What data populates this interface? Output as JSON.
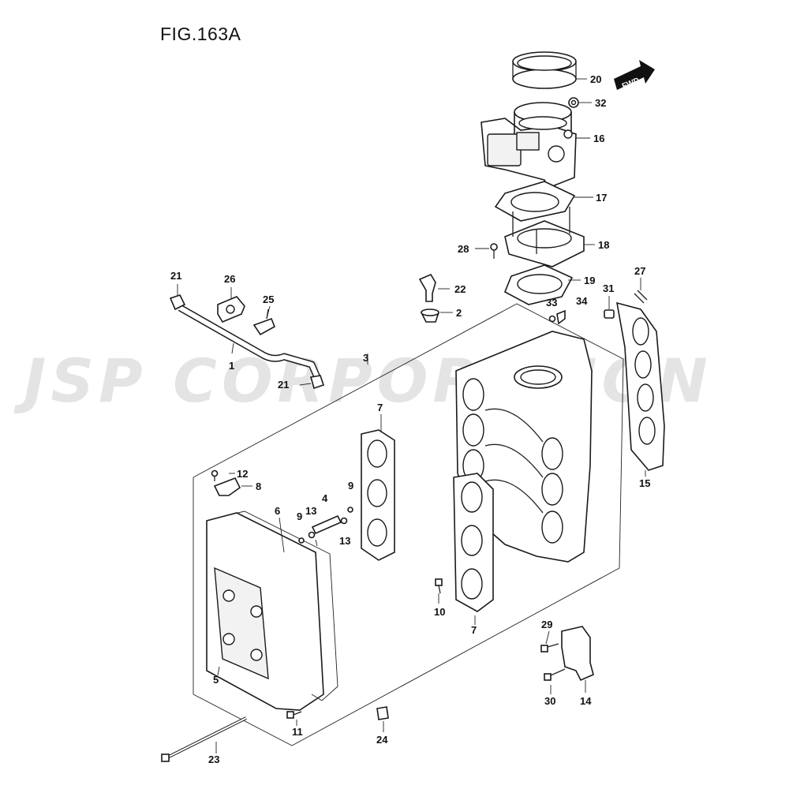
{
  "figure": {
    "title": "FIG.163A"
  },
  "watermark": {
    "text": "JSP CORPORATION"
  },
  "direction_badge": {
    "text": "FWD"
  },
  "callouts": {
    "c1": "1",
    "c2": "2",
    "c3": "3",
    "c4": "4",
    "c5": "5",
    "c6": "6",
    "c7a": "7",
    "c7b": "7",
    "c8": "8",
    "c9a": "9",
    "c9b": "9",
    "c10": "10",
    "c11": "11",
    "c12": "12",
    "c13a": "13",
    "c13b": "13",
    "c14": "14",
    "c15": "15",
    "c16": "16",
    "c17": "17",
    "c18": "18",
    "c19": "19",
    "c20": "20",
    "c21a": "21",
    "c21b": "21",
    "c22": "22",
    "c23": "23",
    "c24": "24",
    "c25": "25",
    "c26": "26",
    "c27": "27",
    "c28": "28",
    "c29": "29",
    "c30": "30",
    "c31": "31",
    "c32": "32",
    "c33": "33",
    "c34": "34"
  }
}
